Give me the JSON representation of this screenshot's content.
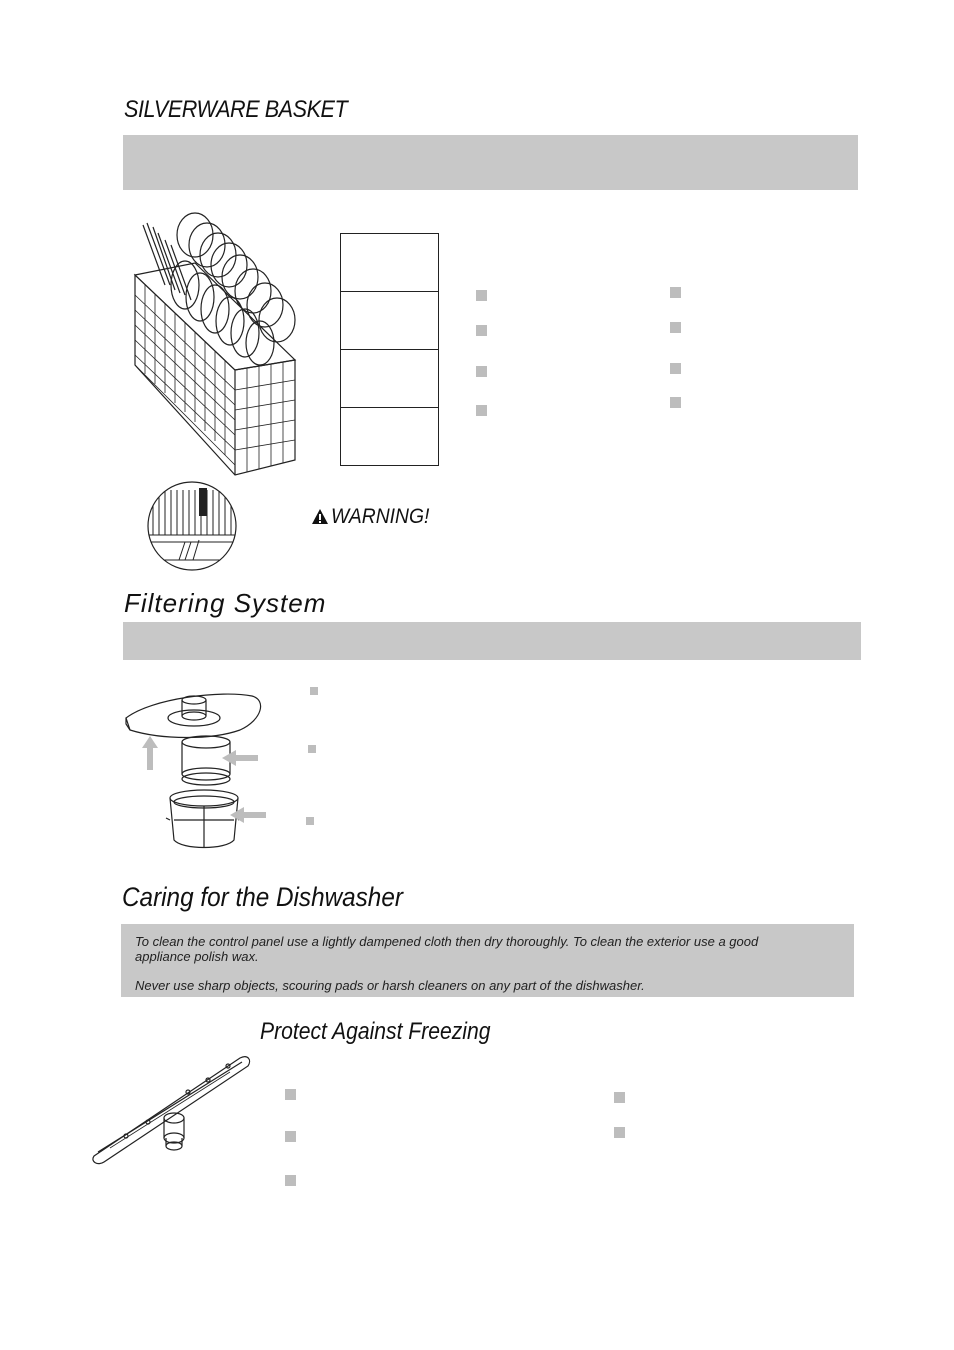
{
  "silverware": {
    "title": "SILVERWARE BASKET",
    "warning": "WARNING!"
  },
  "filtering": {
    "title": "Filtering System"
  },
  "caring": {
    "title": "Caring for the Dishwasher",
    "line1": "To clean the control panel use a lightly dampened cloth then dry thoroughly.  To clean the exterior use a good",
    "line2": "appliance polish wax.",
    "line3": "Never use sharp objects, scouring pads or harsh cleaners on any part of the dishwasher."
  },
  "freezing": {
    "title": "Protect Against Freezing"
  },
  "icons": {
    "warning": "warning-triangle-icon",
    "arrows": "arrow-icon"
  },
  "colors": {
    "band": "#c8c8c8",
    "bullet": "#bdbdbd",
    "arrow": "#bdbdbd"
  }
}
